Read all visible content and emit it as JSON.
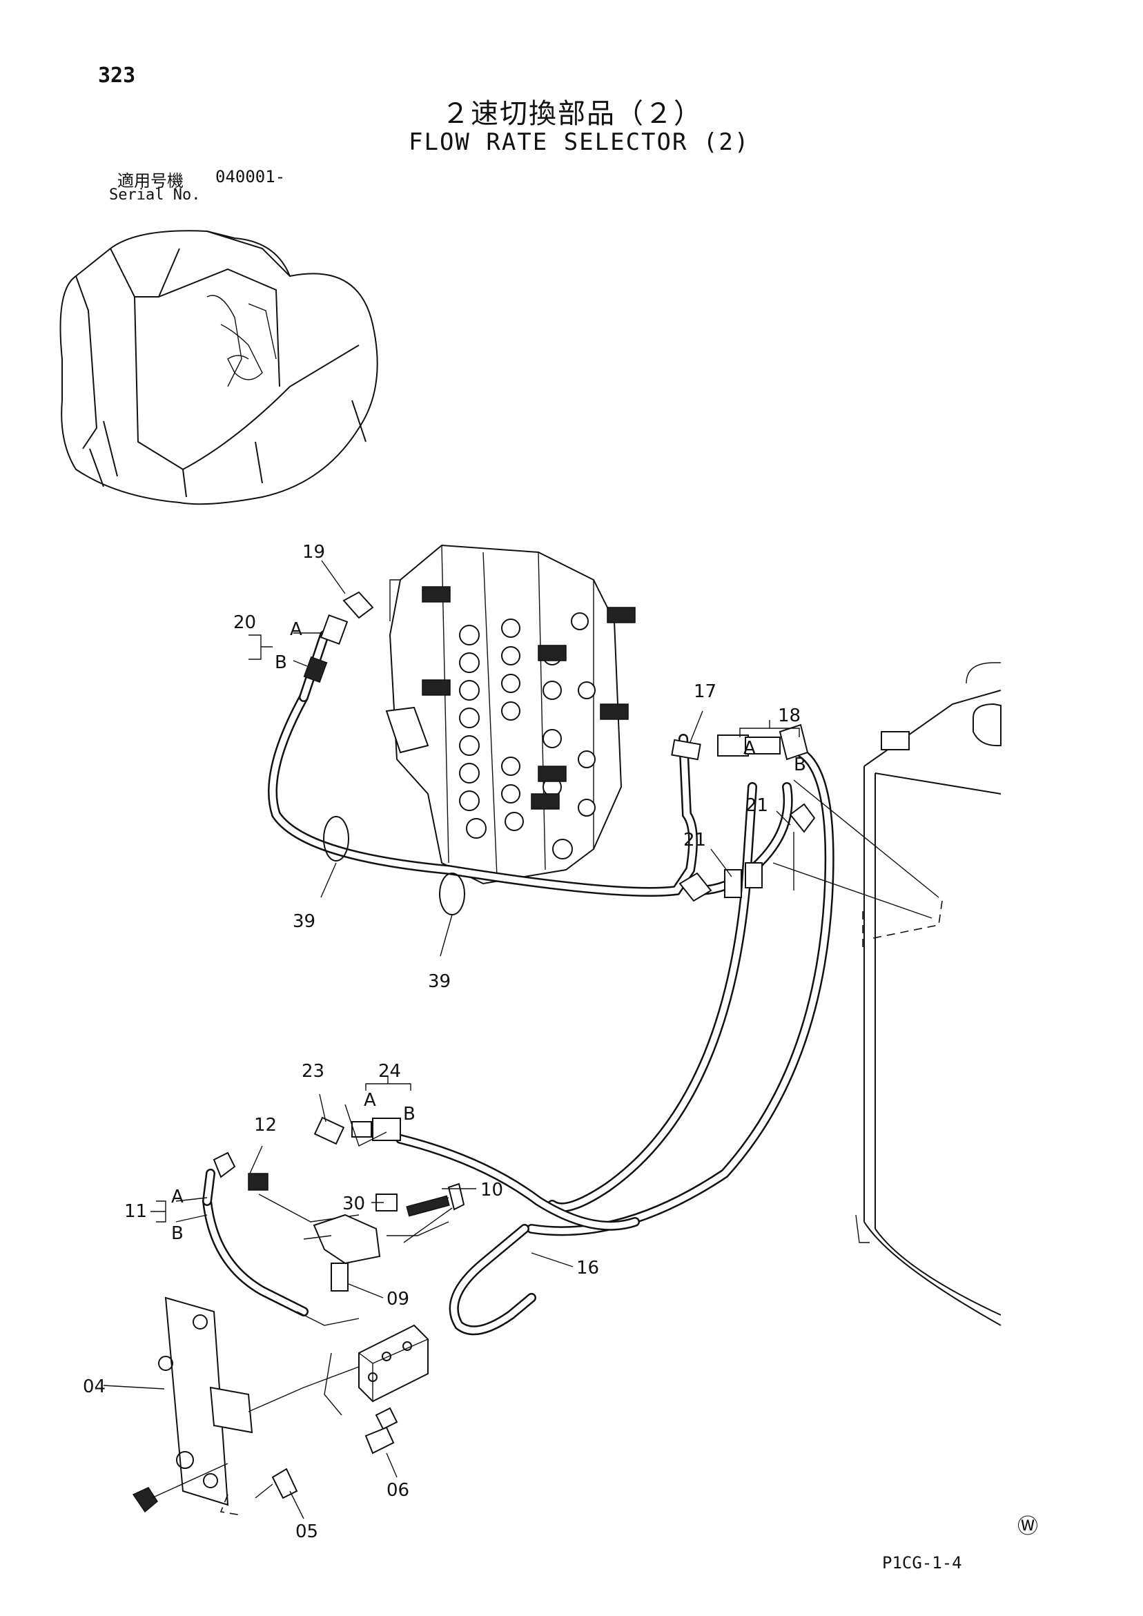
{
  "header": {
    "page_number": "323",
    "title_jp": "２速切換部品（２）",
    "title_en": "FLOW RATE SELECTOR (2)",
    "serial_label_jp": "適用号機",
    "serial_value": "040001-",
    "serial_label_en": "Serial No."
  },
  "callouts": {
    "p04": "04",
    "p05": "05",
    "p06": "06",
    "p09": "09",
    "p10": "10",
    "p11": "11",
    "p12": "12",
    "p16": "16",
    "p17": "17",
    "p18": "18",
    "p19": "19",
    "p20": "20",
    "p21a": "21",
    "p21b": "21",
    "p23": "23",
    "p24": "24",
    "p30": "30",
    "p39a": "39",
    "p39b": "39"
  },
  "hose_ends": {
    "a": "A",
    "b": "B"
  },
  "footer": {
    "watermark": "Ⓦ",
    "figure_code": "P1CG-1-4"
  }
}
